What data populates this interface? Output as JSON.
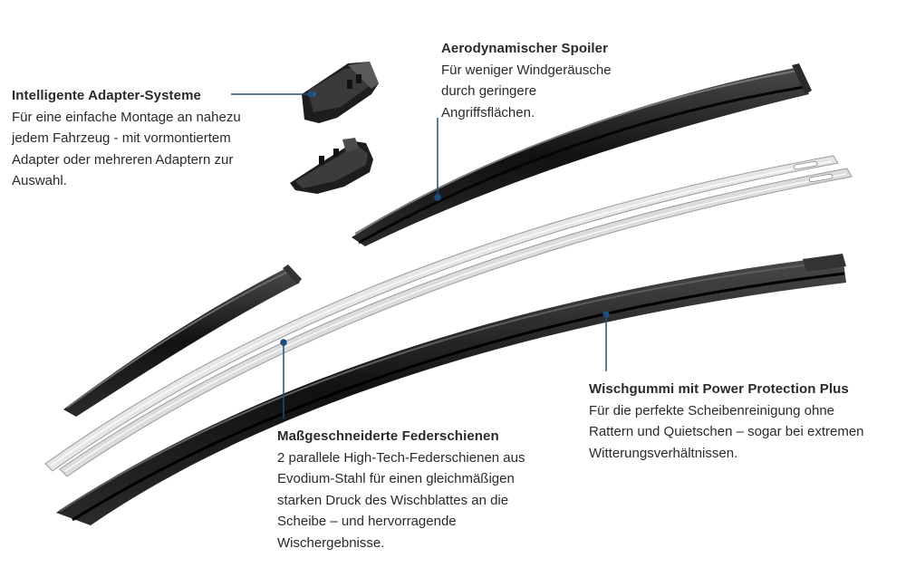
{
  "callouts": {
    "adapter": {
      "title": "Intelligente Adapter-Systeme",
      "body": "Für eine einfache Montage an nahezu\njedem Fahrzeug - mit vormontiertem\nAdapter oder mehreren Adaptern zur\nAuswahl."
    },
    "spoiler": {
      "title": "Aerodynamischer Spoiler",
      "body": "Für weniger Windgeräusche\ndurch geringere\nAngriffsflächen."
    },
    "rubber": {
      "title": "Wischgummi mit Power Protection Plus",
      "body": "Für die perfekte Scheibenreinigung ohne\nRattern und Quietschen – sogar bei extremen\nWitterungsverhältnissen."
    },
    "spring": {
      "title": "Maßgeschneiderte Federschienen",
      "body": "2 parallele High-Tech-Federschienen aus\nEvodium-Stahl für einen gleichmäßigen\nstarken Druck des Wischblattes an die\nScheibe – und hervorragende\nWischergebnisse."
    }
  },
  "colors": {
    "leader": "#1f4f78",
    "blade_dark": "#1c1c1c",
    "rail_light": "#e4e4e4"
  }
}
